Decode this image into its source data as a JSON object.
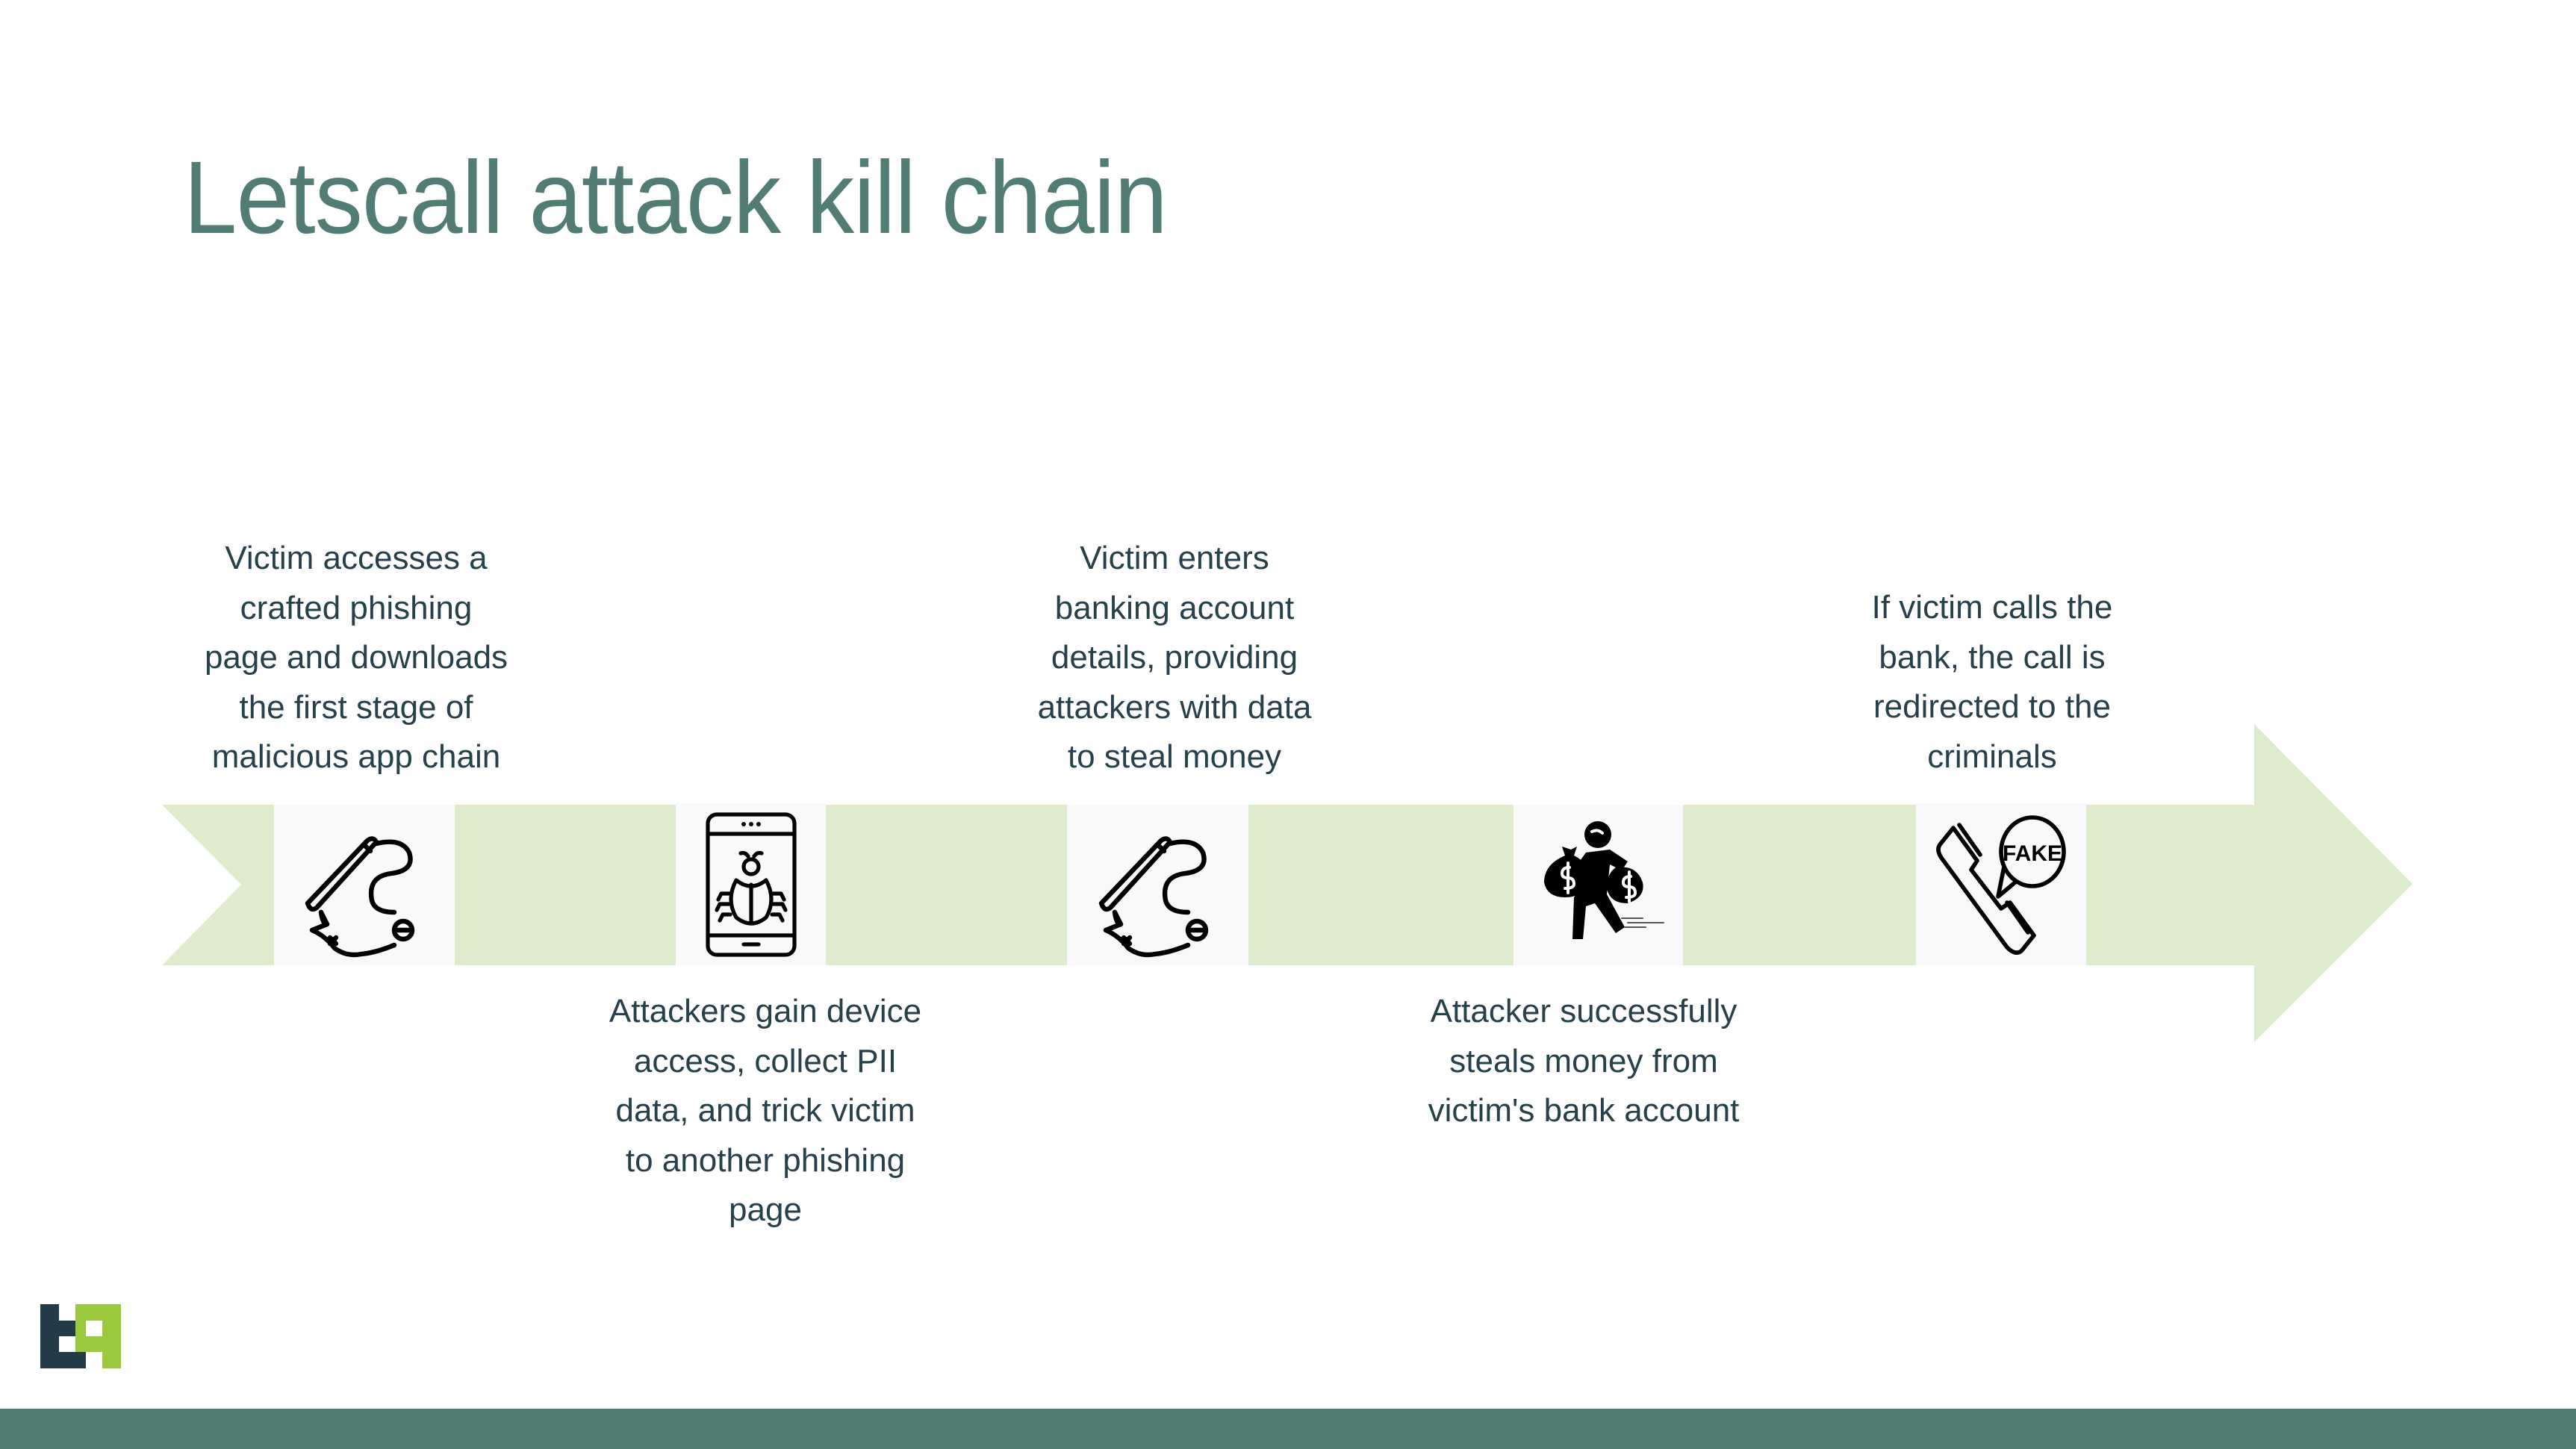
{
  "slide": {
    "title": "Letscall attack kill chain"
  },
  "colors": {
    "title": "#527d75",
    "body_text": "#24414c",
    "arrow_fill": "#dfebcd",
    "icon_box": "#f9f9fb",
    "footer_bar": "#527d75",
    "logo_dark": "#233a47",
    "logo_green": "#9bc93d"
  },
  "steps": [
    {
      "icon": "phishing-rod-icon",
      "text": "Victim accesses a\ncrafted phishing\npage and downloads\nthe first stage of\nmalicious app chain",
      "text_position": "above"
    },
    {
      "icon": "mobile-bug-icon",
      "text": "Attackers gain device\naccess, collect PII\ndata, and trick victim\nto another phishing\npage",
      "text_position": "below"
    },
    {
      "icon": "phishing-rod-icon",
      "text": "Victim enters\nbanking account\ndetails, providing\nattackers with data\nto steal money",
      "text_position": "above"
    },
    {
      "icon": "thief-money-bags-icon",
      "text": "Attacker successfully\nsteals money from\nvictim's bank account",
      "text_position": "below"
    },
    {
      "icon": "fake-call-icon",
      "icon_label": "FAKE",
      "text": "If victim calls the\nbank, the call is\nredirected to the\ncriminals",
      "text_position": "above"
    }
  ]
}
